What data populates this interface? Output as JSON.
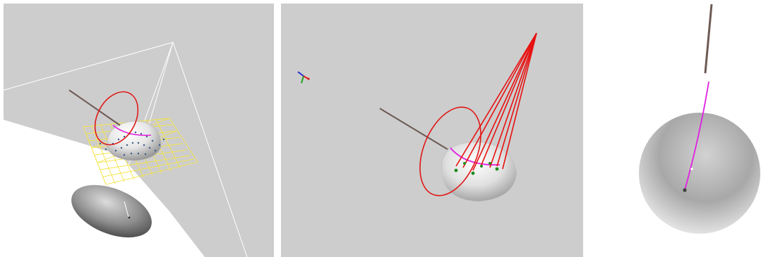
{
  "colors": {
    "background_gray": "#cdcdcd",
    "panel_separator": "#ffffff",
    "ring_red": "#e01818",
    "ray_red": "#e81010",
    "path_magenta": "#e020e0",
    "grid_yellow": "#f4e44a",
    "needle_brown": "#6e5a55",
    "frustum_white": "#ffffff",
    "axis_x": "#e02020",
    "axis_y": "#20a020",
    "axis_z": "#2030d0"
  },
  "panels": [
    {
      "name": "perspective-view-with-frustum",
      "background": "#cdcdcd"
    },
    {
      "name": "rays-view",
      "background": "#cdcdcd"
    },
    {
      "name": "top-view",
      "background": "#ffffff"
    }
  ],
  "icons": {
    "axes": "axes-gizmo-icon"
  }
}
